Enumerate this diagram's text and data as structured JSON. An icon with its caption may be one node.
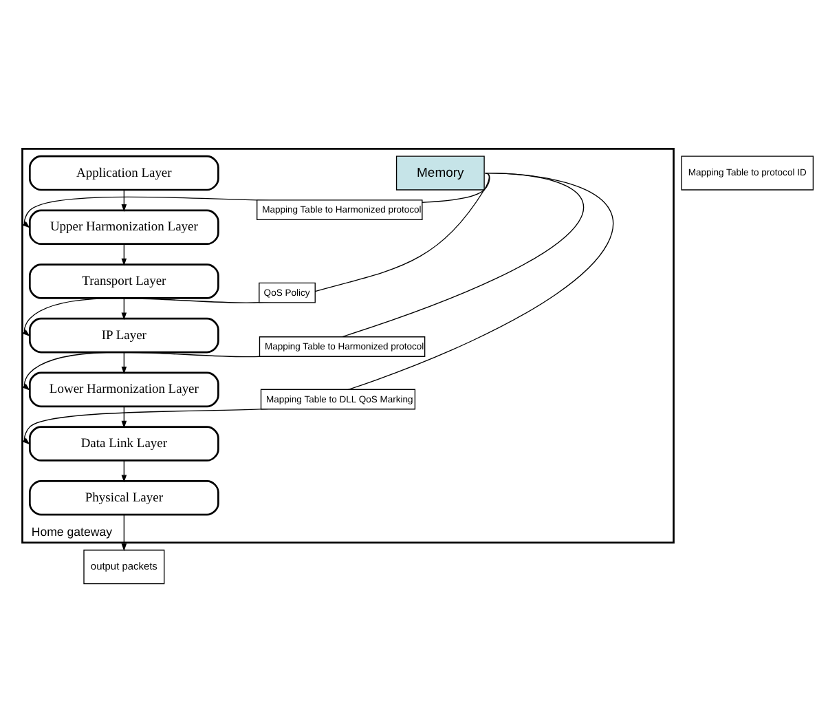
{
  "diagram": {
    "nodes": [
      {
        "text": [
          "Home gateway"
        ]
      },
      {
        "text": [
          "Memory"
        ],
        "in": 0
      },
      {
        "text": [
          "Application Layer"
        ],
        "in": 0
      },
      {
        "text": [
          "Upper Harmonization Layer"
        ],
        "in": 0
      },
      {
        "text": [
          "Transport Layer"
        ],
        "in": 0
      },
      {
        "text": [
          "IP Layer"
        ],
        "in": 0
      },
      {
        "text": [
          "Lower Harmonization Layer"
        ],
        "in": 0
      },
      {
        "text": [
          "Data Link Layer"
        ],
        "in": 0
      },
      {
        "text": [
          "Physical Layer"
        ],
        "in": 0
      },
      {
        "text": [
          "output packets"
        ]
      }
    ],
    "edges": [
      {
        "from": 2,
        "to": 3,
        "arrow": "to"
      },
      {
        "from": 3,
        "to": 4,
        "arrow": "to"
      },
      {
        "from": 4,
        "to": 5,
        "arrow": "to"
      },
      {
        "from": 5,
        "to": 6,
        "arrow": "to"
      },
      {
        "from": 6,
        "to": 7,
        "arrow": "to"
      },
      {
        "from": 7,
        "to": 8,
        "arrow": "to"
      },
      {
        "from": 1,
        "to": 3,
        "arrow": "to",
        "label": "Mapping Table to Harmonized protocol"
      },
      {
        "from": 1,
        "to": 5,
        "arrow": "to",
        "label": "QoS Policy"
      },
      {
        "from": 1,
        "to": 6,
        "arrow": "to",
        "label": "Mapping Table to Harmonized protocol"
      },
      {
        "from": 1,
        "to": 7,
        "arrow": "to",
        "label": "Mapping Table to DLL QoS Marking"
      },
      {
        "from": 8,
        "to": 9,
        "arrow": "to"
      }
    ],
    "labels": [
      "Mapping Table to protocol ID"
    ]
  }
}
